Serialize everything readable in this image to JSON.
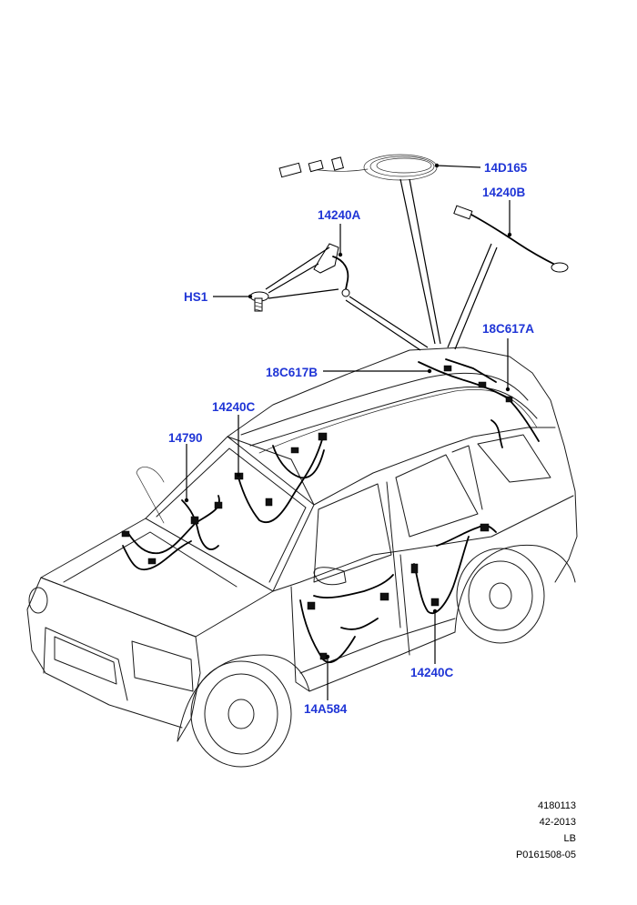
{
  "accent_color": "#1f35d6",
  "callouts": [
    {
      "id": "c1",
      "text": "14D165"
    },
    {
      "id": "c2",
      "text": "14240B"
    },
    {
      "id": "c3",
      "text": "14240A"
    },
    {
      "id": "c4",
      "text": "HS1"
    },
    {
      "id": "c5",
      "text": "18C617A"
    },
    {
      "id": "c6",
      "text": "18C617B"
    },
    {
      "id": "c7",
      "text": "14240C"
    },
    {
      "id": "c8",
      "text": "14790"
    },
    {
      "id": "c9",
      "text": "14240C"
    },
    {
      "id": "c10",
      "text": "14A584"
    }
  ],
  "reference": {
    "line1": "4180113",
    "line2": "42-2013",
    "line3": "LB",
    "line4": "P0161508-05"
  }
}
